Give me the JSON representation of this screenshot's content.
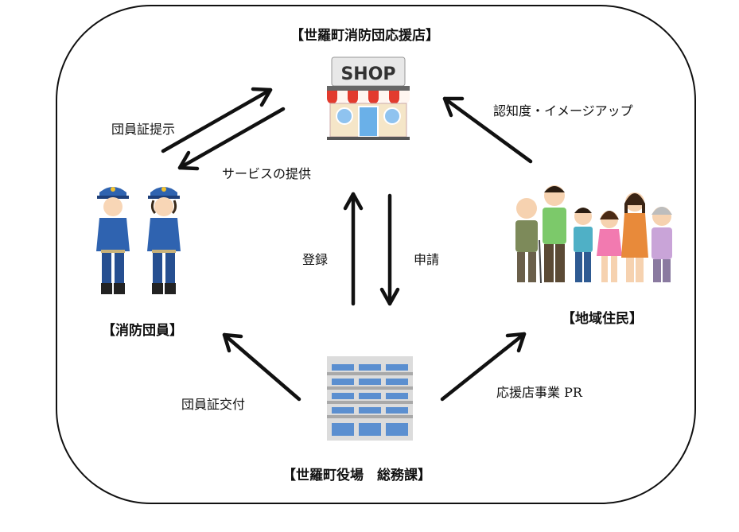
{
  "nodes": {
    "shop": {
      "title": "【世羅町消防団応援店】",
      "sign": "SHOP"
    },
    "firefighters": {
      "title": "【消防団員】"
    },
    "residents": {
      "title": "【地域住民】"
    },
    "office": {
      "title": "【世羅町役場　総務課】"
    }
  },
  "edges": {
    "show_id": "団員証提示",
    "service": "サービスの提供",
    "awareness": "認知度・イメージアップ",
    "register": "登録",
    "apply": "申請",
    "issue_id": "団員証交付",
    "pr": "応援店事業 PR"
  },
  "colors": {
    "arrow": "#111111",
    "uniform": "#2f63b0",
    "awning_red": "#e23b2e",
    "building_blue": "#5b8fd0"
  }
}
